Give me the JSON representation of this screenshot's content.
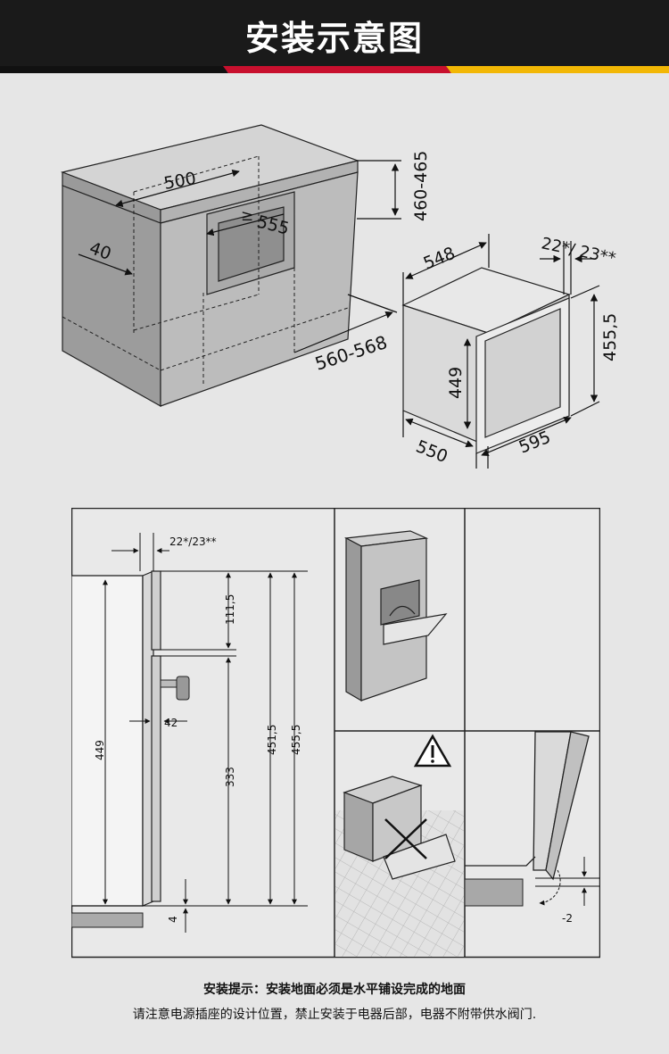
{
  "header": {
    "title": "安装示意图"
  },
  "colors": {
    "stripe_black": "#111111",
    "stripe_red": "#c8102e",
    "stripe_gold": "#f2b705"
  },
  "top_diagram": {
    "dim_500": "500",
    "dim_555": "555",
    "dim_555_prefix": "≥",
    "dim_40": "40",
    "dim_460_465": "460-465",
    "dim_560_568": "560-568",
    "dim_548": "548",
    "dim_22_23": "22*/ 23**",
    "dim_455_5": "455,5",
    "dim_449": "449",
    "dim_550": "550",
    "dim_595": "595"
  },
  "side_view": {
    "dim_22_23": "22*/23**",
    "dim_111_5": "111,5",
    "dim_451_5": "451,5",
    "dim_455_5": "455,5",
    "dim_449": "449",
    "dim_333": "333",
    "dim_42": "42",
    "dim_4": "4"
  },
  "corner_detail": {
    "dim_minus_2": "-2"
  },
  "notes": {
    "line1": "安装提示：安装地面必须是水平铺设完成的地面",
    "line2": "请注意电源插座的设计位置，禁止安装于电器后部，电器不附带供水阀门."
  }
}
